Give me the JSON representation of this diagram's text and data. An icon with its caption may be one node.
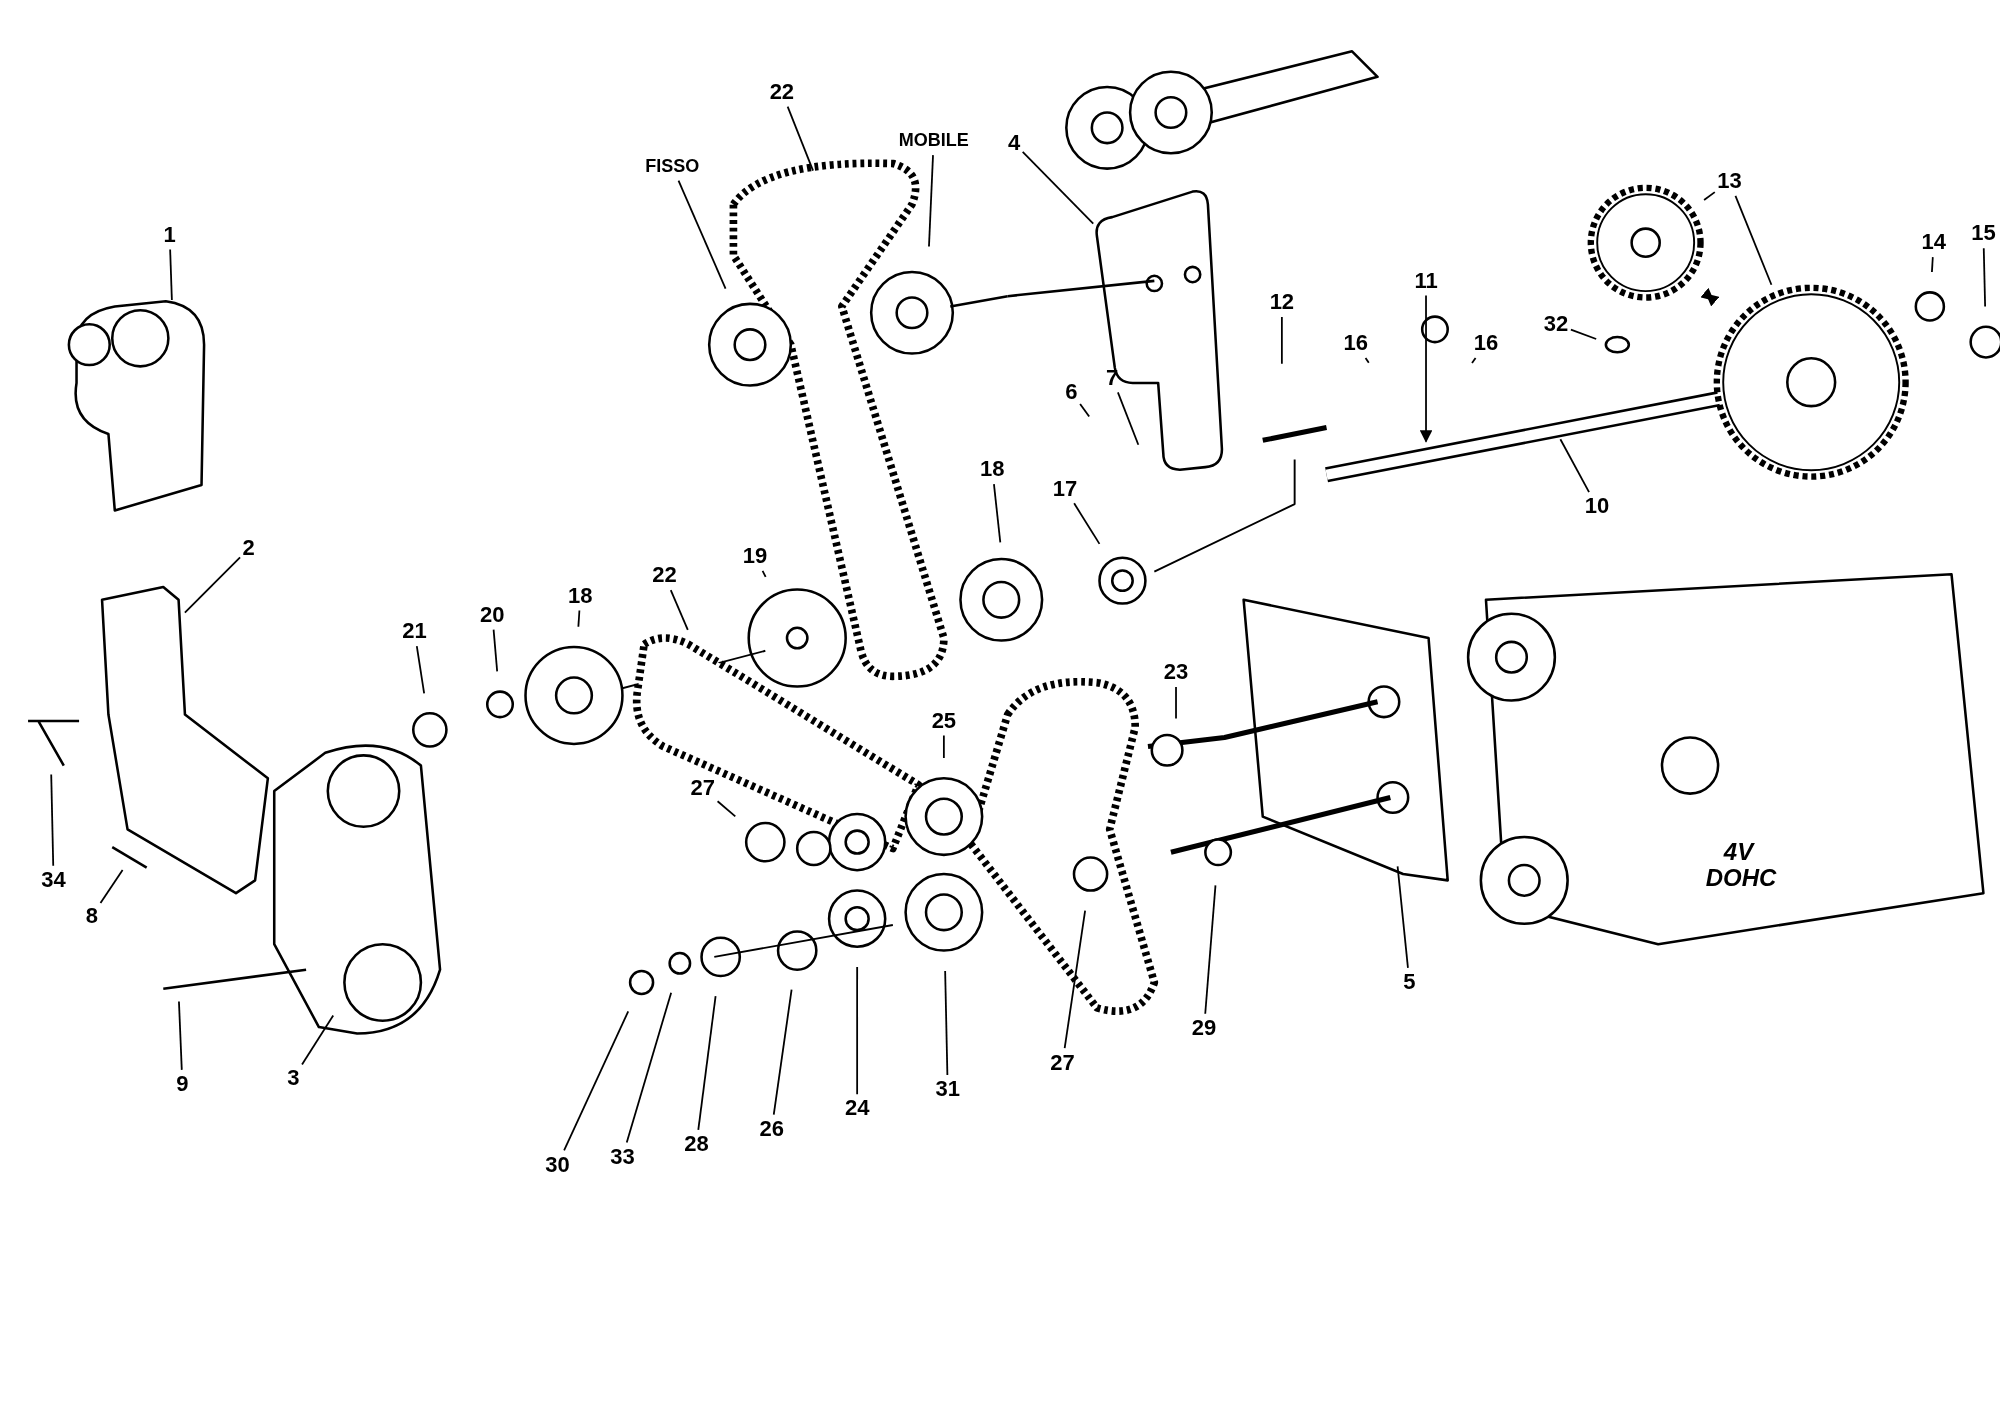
{
  "diagram": {
    "nodes": [
      {
        "text": [
          "22"
        ]
      },
      {
        "text": [
          "MOBILE"
        ]
      },
      {
        "text": [
          "4"
        ]
      },
      {
        "text": [
          "FISSO"
        ]
      },
      {
        "text": [
          "13"
        ]
      },
      {
        "text": [
          "15"
        ]
      },
      {
        "text": [
          "1"
        ]
      },
      {
        "text": [
          "14"
        ]
      },
      {
        "text": [
          "11"
        ]
      },
      {
        "text": [
          "12"
        ]
      },
      {
        "text": [
          "32"
        ]
      },
      {
        "text": [
          "16"
        ]
      },
      {
        "text": [
          "16"
        ]
      },
      {
        "text": [
          "7"
        ]
      },
      {
        "text": [
          "6"
        ]
      },
      {
        "text": [
          "18"
        ]
      },
      {
        "text": [
          "17"
        ]
      },
      {
        "text": [
          "10"
        ]
      },
      {
        "text": [
          "2"
        ]
      },
      {
        "text": [
          "19"
        ]
      },
      {
        "text": [
          "22"
        ]
      },
      {
        "text": [
          "18"
        ]
      },
      {
        "text": [
          "20"
        ]
      },
      {
        "text": [
          "21"
        ]
      },
      {
        "text": [
          "23"
        ]
      },
      {
        "text": [
          "25"
        ]
      },
      {
        "text": [
          "27"
        ]
      },
      {
        "text": [
          "34"
        ]
      },
      {
        "text": [
          "8"
        ]
      },
      {
        "text": [
          "5"
        ]
      },
      {
        "text": [
          "29"
        ]
      },
      {
        "text": [
          "27"
        ]
      },
      {
        "text": [
          "3"
        ]
      },
      {
        "text": [
          "9"
        ]
      },
      {
        "text": [
          "31"
        ]
      },
      {
        "text": [
          "24"
        ]
      },
      {
        "text": [
          "26"
        ]
      },
      {
        "text": [
          "28"
        ]
      },
      {
        "text": [
          "33"
        ]
      },
      {
        "text": [
          "30"
        ]
      },
      {
        "text": [],
        "shape": "picture"
      },
      {
        "text": [],
        "shape": "picture"
      }
    ],
    "edges": [
      {
        "from": 0,
        "to": null,
        "arrow": "none"
      },
      {
        "from": 1,
        "to": null,
        "arrow": "none"
      },
      {
        "from": 2,
        "to": null,
        "arrow": "none"
      },
      {
        "from": 3,
        "to": null,
        "arrow": "none"
      },
      {
        "from": 4,
        "to": 40,
        "arrow": "none"
      },
      {
        "from": 4,
        "to": 41,
        "arrow": "none"
      },
      {
        "from": 5,
        "to": null,
        "arrow": "none"
      },
      {
        "from": 6,
        "to": null,
        "arrow": "none"
      },
      {
        "from": 7,
        "to": null,
        "arrow": "none"
      },
      {
        "from": 8,
        "to": null,
        "arrow": "to"
      },
      {
        "from": 9,
        "to": null,
        "arrow": "none"
      },
      {
        "from": 10,
        "to": null,
        "arrow": "none"
      },
      {
        "from": 11,
        "to": null,
        "arrow": "none"
      },
      {
        "from": 12,
        "to": null,
        "arrow": "none"
      },
      {
        "from": 13,
        "to": null,
        "arrow": "none"
      },
      {
        "from": 14,
        "to": null,
        "arrow": "none"
      },
      {
        "from": 15,
        "to": null,
        "arrow": "none"
      },
      {
        "from": 16,
        "to": null,
        "arrow": "none"
      },
      {
        "from": 17,
        "to": null,
        "arrow": "none"
      },
      {
        "from": 18,
        "to": null,
        "arrow": "none"
      },
      {
        "from": 19,
        "to": null,
        "arrow": "none"
      },
      {
        "from": 20,
        "to": null,
        "arrow": "none"
      },
      {
        "from": 21,
        "to": null,
        "arrow": "none"
      },
      {
        "from": 22,
        "to": null,
        "arrow": "none"
      },
      {
        "from": 23,
        "to": null,
        "arrow": "none"
      },
      {
        "from": 24,
        "to": null,
        "arrow": "none"
      },
      {
        "from": 25,
        "to": null,
        "arrow": "none"
      },
      {
        "from": 26,
        "to": null,
        "arrow": "none"
      },
      {
        "from": 27,
        "to": null,
        "arrow": "none"
      },
      {
        "from": 28,
        "to": null,
        "arrow": "none"
      },
      {
        "from": 29,
        "to": null,
        "arrow": "none"
      },
      {
        "from": 30,
        "to": null,
        "arrow": "none"
      },
      {
        "from": 31,
        "to": null,
        "arrow": "none"
      },
      {
        "from": 32,
        "to": null,
        "arrow": "none"
      },
      {
        "from": 33,
        "to": null,
        "arrow": "none"
      },
      {
        "from": 34,
        "to": null,
        "arrow": "none"
      },
      {
        "from": 35,
        "to": null,
        "arrow": "none"
      },
      {
        "from": 36,
        "to": null,
        "arrow": "none"
      },
      {
        "from": 37,
        "to": null,
        "arrow": "none"
      },
      {
        "from": 38,
        "to": null,
        "arrow": "none"
      },
      {
        "from": 39,
        "to": null,
        "arrow": "none"
      },
      {
        "from": 40,
        "to": 41,
        "arrow": "both"
      }
    ],
    "labels": [
      "4V",
      "DOHC"
    ]
  }
}
